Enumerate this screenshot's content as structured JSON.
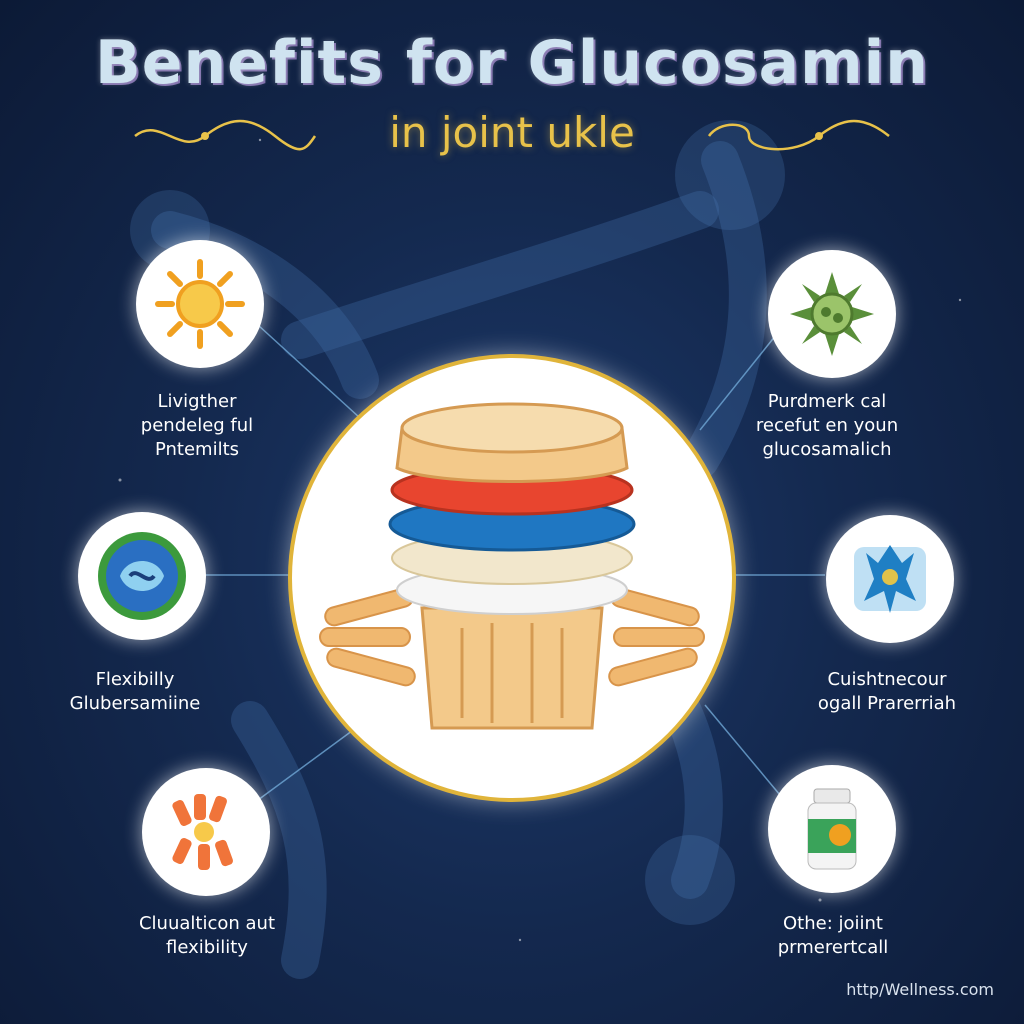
{
  "title": "Benefits for Glucosamin",
  "subtitle": "in joint ukle",
  "benefits": {
    "top_left": {
      "line1": "Livigther",
      "line2": "pendeleg ful",
      "line3": "Pntemilts",
      "icon": "sun-icon"
    },
    "top_right": {
      "line1": "Purdmerk cal",
      "line2": "recefut en youn",
      "line3": "glucosamalich",
      "icon": "leaf-cell-icon"
    },
    "mid_left": {
      "line1": "Flexibilly",
      "line2": "Glubersamiine",
      "icon": "joint-mandala-icon"
    },
    "mid_right": {
      "line1": "Cuishtnecour",
      "line2": "ogall Prarerriah",
      "icon": "cartilage-figure-icon"
    },
    "bottom_left": {
      "line1": "Cluualticon aut",
      "line2": "flexibility",
      "icon": "fiber-bundle-icon"
    },
    "bottom_right": {
      "line1": "Othe: joiint",
      "line2": "prmerertcall",
      "icon": "supplement-bottle-icon"
    }
  },
  "center": {
    "icon": "cartilage-stack-icon"
  },
  "footer_url": "http/Wellness.com",
  "colors": {
    "background": "#14294f",
    "accent_gold": "#e8c24a",
    "line": "#6fa8d6"
  }
}
